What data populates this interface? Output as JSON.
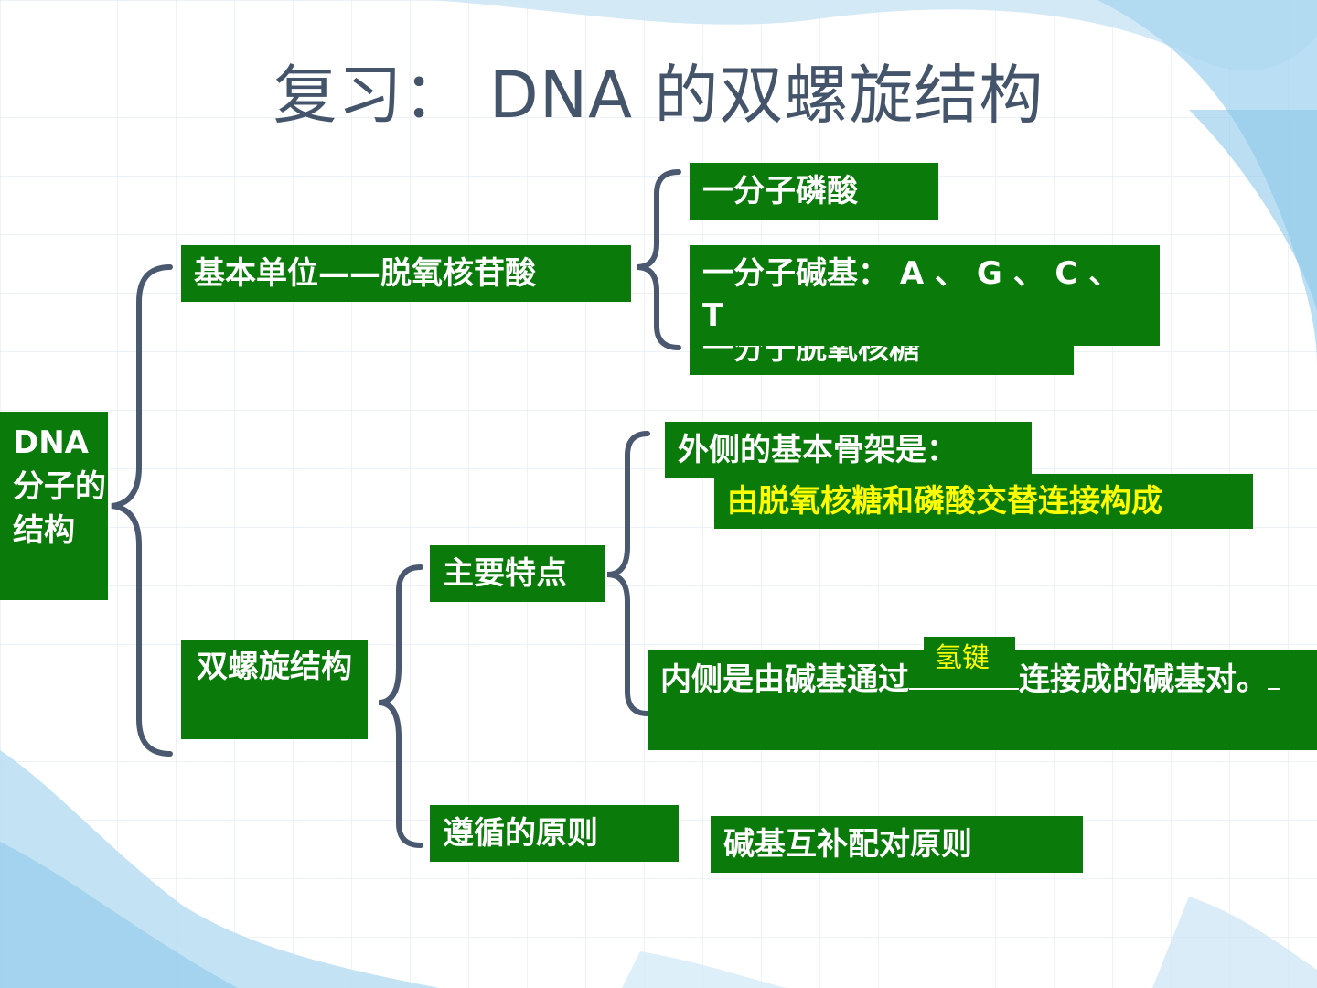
{
  "title": "复习： DNA 的双螺旋结构",
  "colors": {
    "box": "#0a7a0a",
    "brace": "#4a5870",
    "title": "#44546a",
    "highlight": "#ffff00"
  },
  "root": "DNA 分子的结构",
  "basic_unit": "基本单位——脱氧核苷酸",
  "components": {
    "phosphate": "一分子磷酸",
    "base": "一分子碱基： A 、 G 、 C 、 T",
    "sugar": "一分子脱氧核糖"
  },
  "double_helix": "双螺旋结构",
  "main_features": "主要特点",
  "outer": {
    "label": "外侧的基本骨架是：",
    "answer": "由脱氧核糖和磷酸交替连接构成"
  },
  "inner": {
    "prefix": "内侧是由碱基通过",
    "suffix": "连接成的碱基对。",
    "answer": "氢键"
  },
  "principle": {
    "label": "遵循的原则",
    "answer": "碱基互补配对原则"
  }
}
